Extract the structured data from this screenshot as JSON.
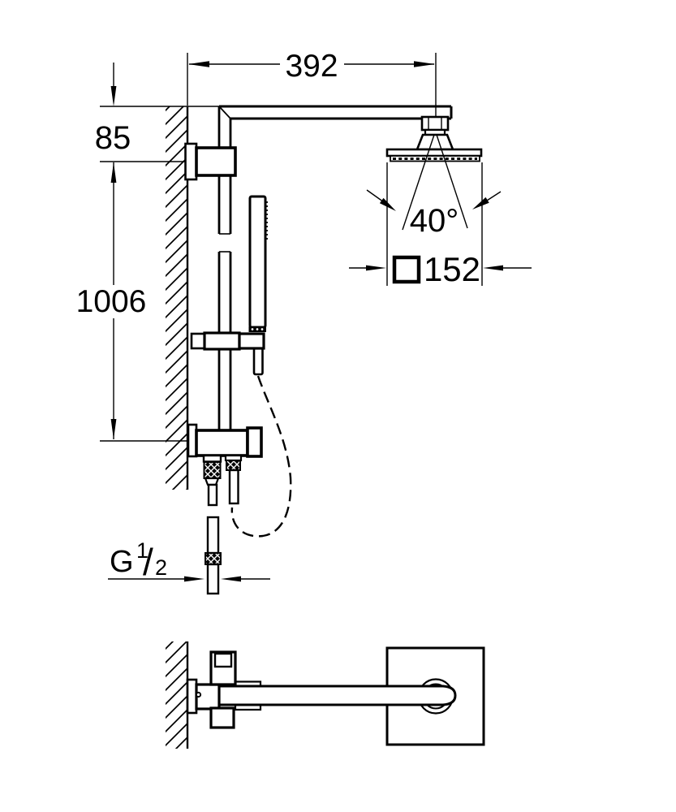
{
  "colors": {
    "ink": "#000000",
    "paper": "#ffffff"
  },
  "dimensions": {
    "arm_reach": "392",
    "head_offset": "85",
    "rail_height": "1006",
    "spray_angle": "40°",
    "head_size": "152",
    "thread_letter": "G",
    "thread_numerator": "1",
    "thread_slash": "/",
    "thread_denominator": "2"
  },
  "symbols": {
    "head_size_prefix": "square"
  }
}
